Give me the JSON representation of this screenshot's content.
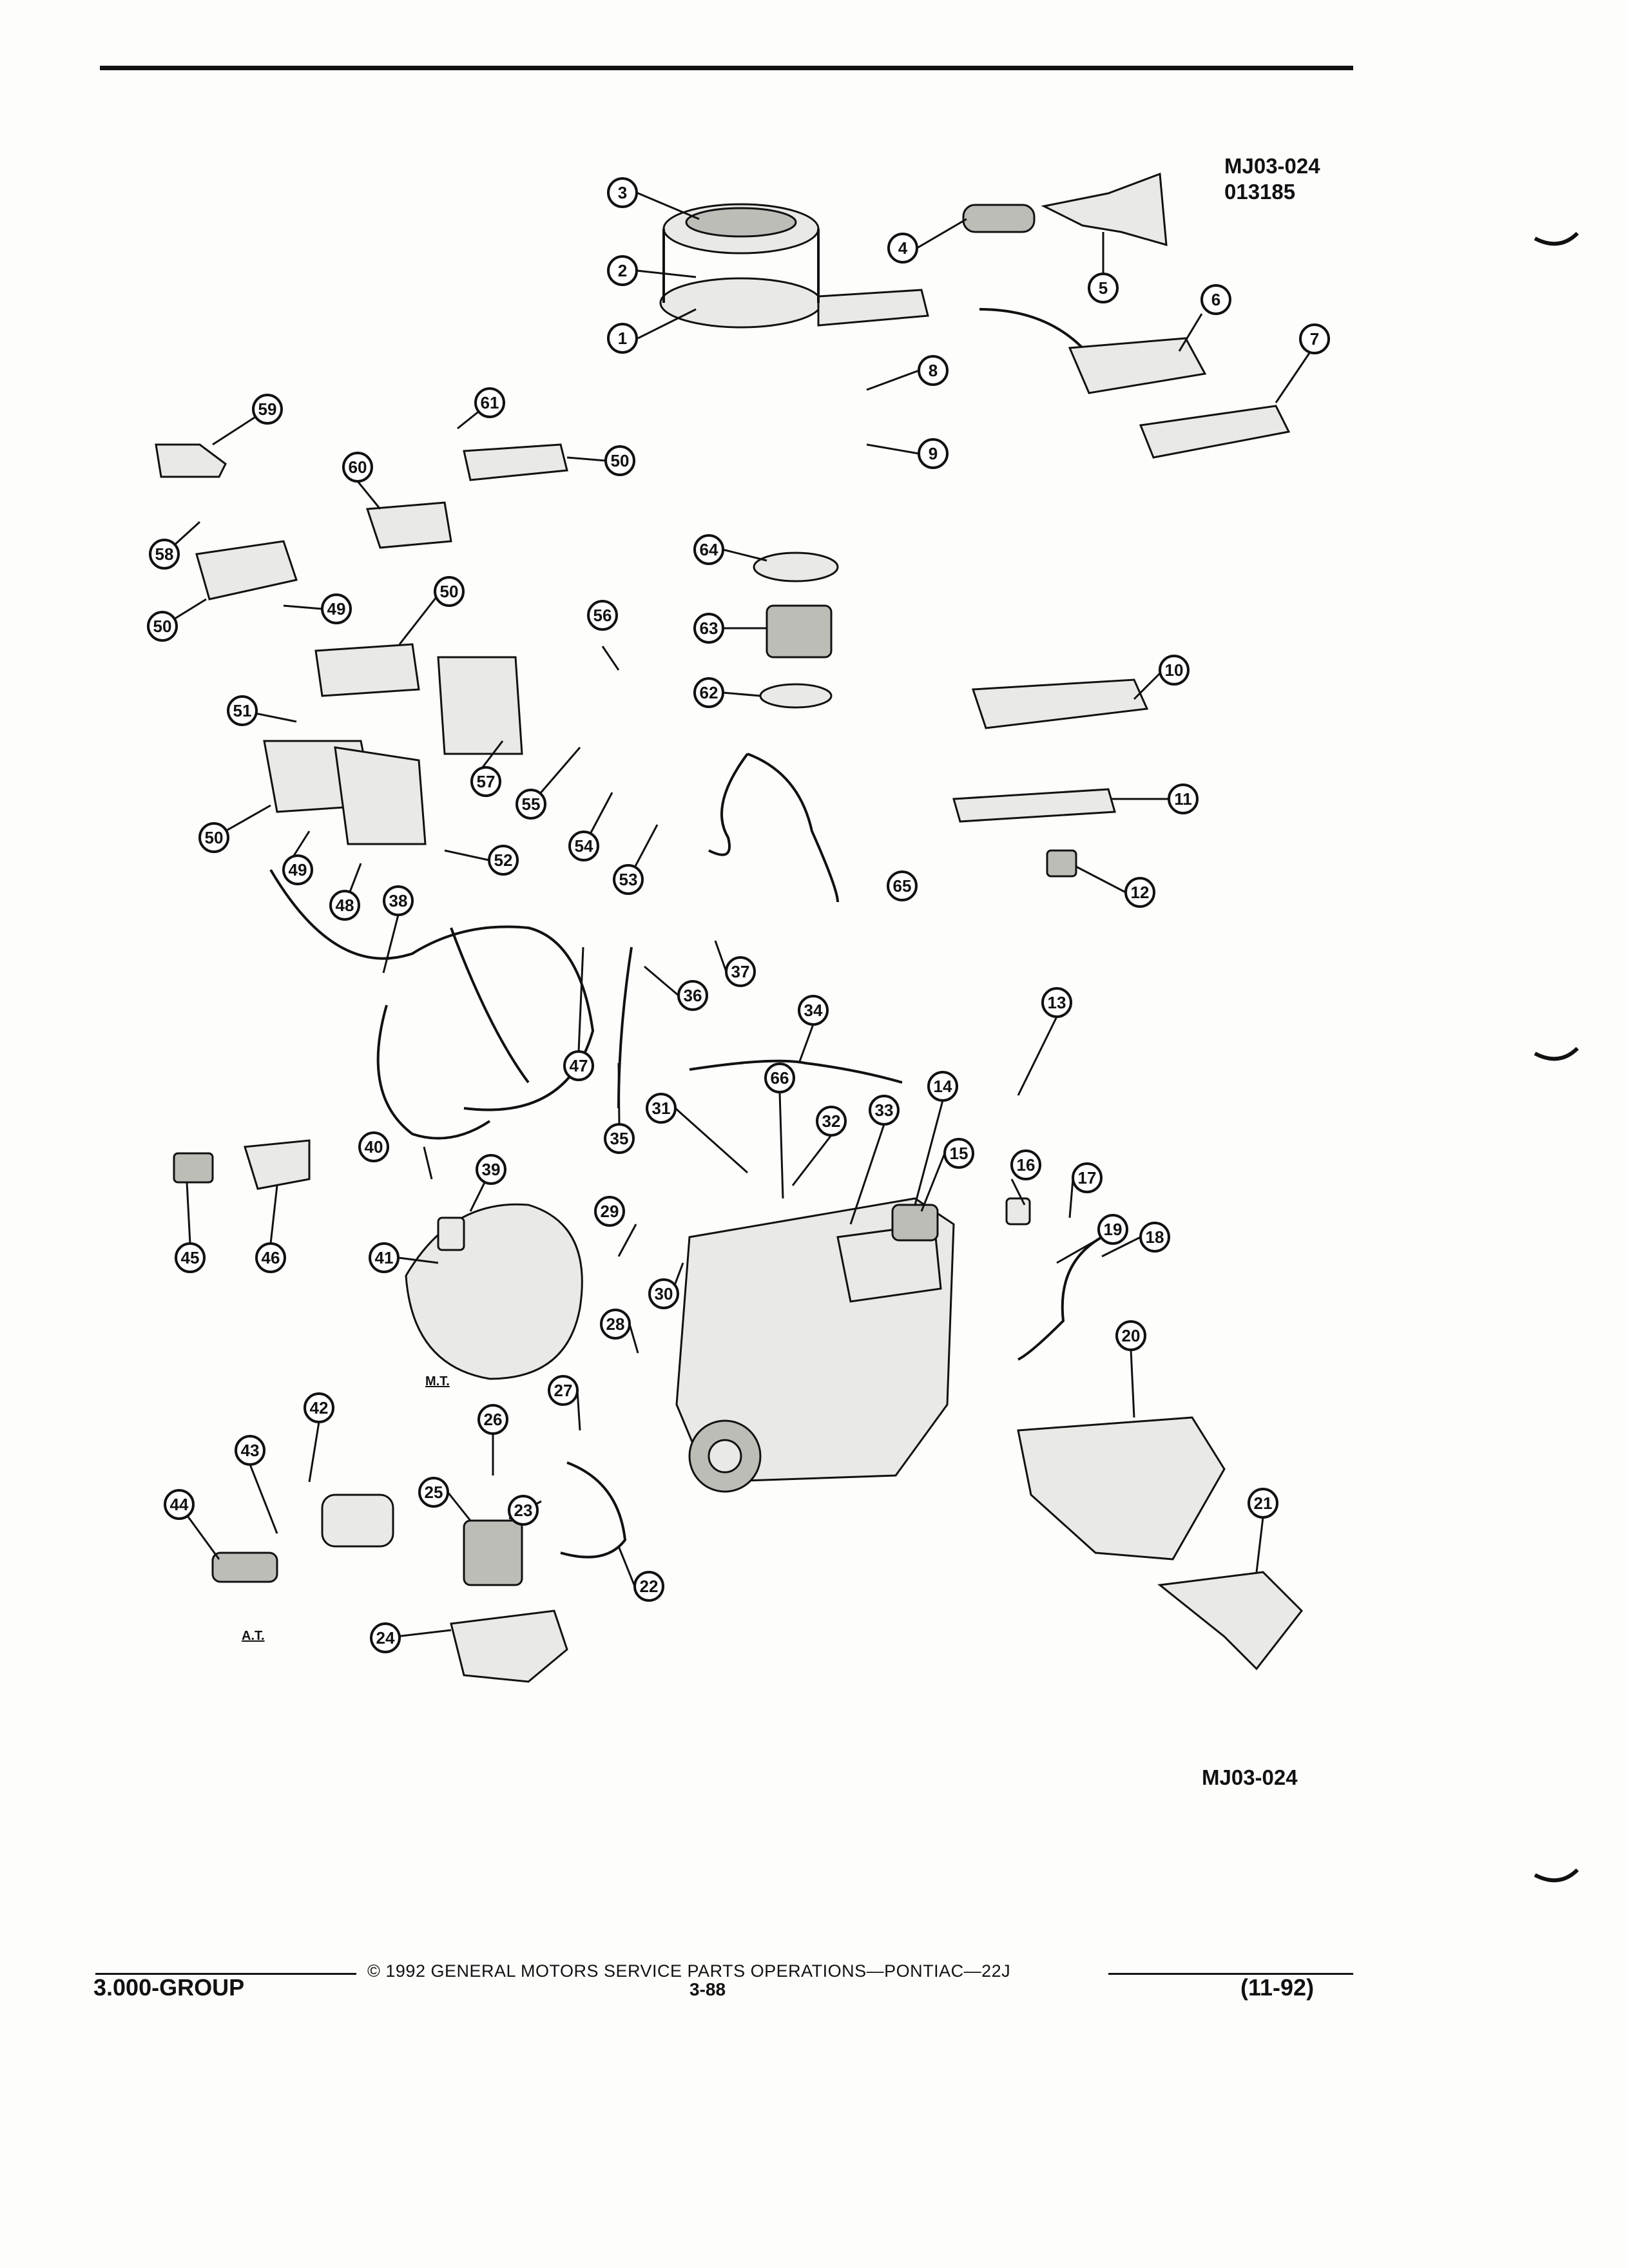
{
  "header": {
    "figure_code": "MJ03-024",
    "drawing_number": "013185"
  },
  "diagram": {
    "variant_labels": {
      "manual": "M.T.",
      "automatic": "A.T."
    },
    "callouts": [
      "1",
      "2",
      "3",
      "4",
      "5",
      "6",
      "7",
      "8",
      "9",
      "10",
      "11",
      "12",
      "13",
      "14",
      "15",
      "16",
      "17",
      "18",
      "19",
      "20",
      "21",
      "22",
      "23",
      "24",
      "25",
      "26",
      "27",
      "28",
      "29",
      "30",
      "31",
      "32",
      "33",
      "34",
      "35",
      "36",
      "37",
      "38",
      "39",
      "40",
      "41",
      "42",
      "43",
      "44",
      "45",
      "46",
      "47",
      "48",
      "49",
      "49",
      "50",
      "50",
      "50",
      "50",
      "51",
      "52",
      "53",
      "54",
      "55",
      "56",
      "57",
      "58",
      "59",
      "60",
      "61",
      "62",
      "63",
      "64",
      "65",
      "66"
    ]
  },
  "figure_code_bottom": "MJ03-024",
  "footer": {
    "copyright": "© 1992 GENERAL MOTORS SERVICE PARTS OPERATIONS—PONTIAC—22J",
    "group": "3.000-GROUP",
    "page": "3-88",
    "date": "(11-92)"
  }
}
